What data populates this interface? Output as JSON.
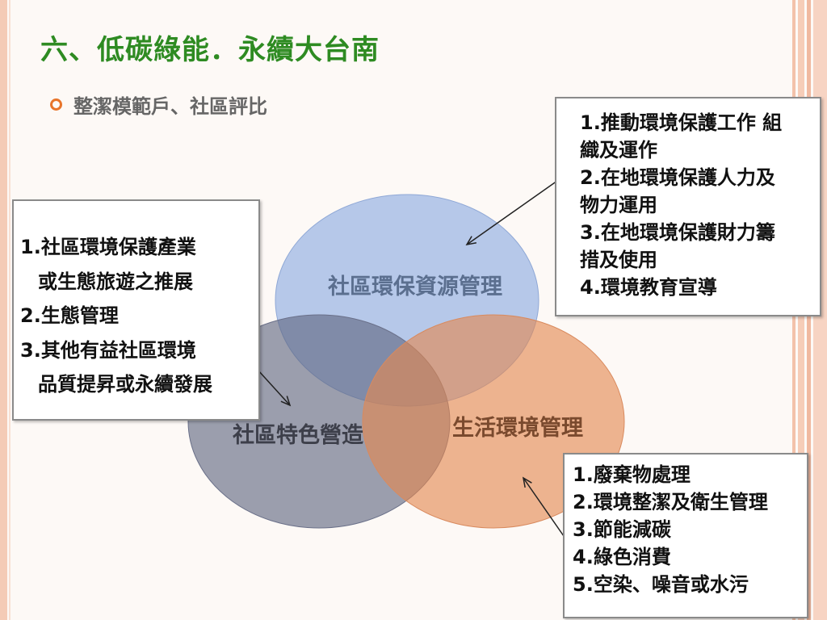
{
  "title": "六、低碳綠能．永續大台南",
  "bullet": "整潔模範戶、社區評比",
  "circles": {
    "top": "社區環保資源管理",
    "bottom_left": "社區特色營造",
    "bottom_right": "生活環境管理"
  },
  "box_left": {
    "lines": [
      "1.社區環境保護產業",
      "或生態旅遊之推展",
      "2.生態管理",
      "3.其他有益社區環境",
      "品質提昇或永續發展"
    ]
  },
  "box_top_right": {
    "lines": [
      "1.推動環境保護工作 組",
      "織及運作",
      "2.在地環境保護人力及",
      "物力運用",
      "3.在地環境保護財力籌",
      "措及使用",
      "4.環境教育宣導"
    ]
  },
  "box_bottom_right": {
    "lines": [
      "1.廢棄物處理",
      "2.環境整潔及衛生管理",
      "3.節能減碳",
      "4.綠色消費",
      "5.空染、噪音或水污"
    ]
  },
  "colors": {
    "title": "#2e8b22",
    "circle_top": "#a9bfe6",
    "circle_bottom_left": "#7f8598",
    "circle_bottom_right": "#eba277",
    "bullet": "#e8742a"
  }
}
